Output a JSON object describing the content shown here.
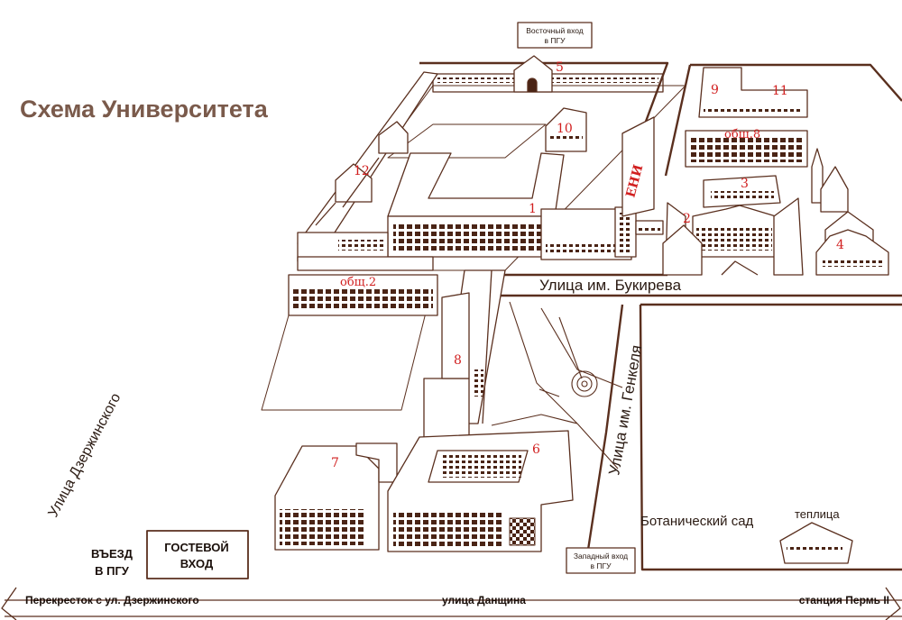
{
  "map": {
    "title": "Схема Университета",
    "colors": {
      "line": "#5a2f1e",
      "fill": "#ffffff",
      "dark": "#4a2415",
      "marker": "#d11f1f",
      "title": "#7a5a4b"
    },
    "buildings": [
      "1",
      "2",
      "3",
      "4",
      "5",
      "6",
      "7",
      "8",
      "9",
      "10",
      "11",
      "12"
    ],
    "dorm_labels": {
      "dorm2": "общ.2",
      "dorm8": "общ.8"
    },
    "eni_label": "ЕНИ",
    "entrances": {
      "east": [
        "Восточный вход",
        "в ПГУ"
      ],
      "west": [
        "Западный вход",
        "в ПГУ"
      ]
    },
    "streets": {
      "bukireva": "Улица им. Букирева",
      "genkelya": "Улица им. Генкеля",
      "dzerzhinskogo": "Улица Дзержинского",
      "dantsina": "улица Данщина"
    },
    "garden": "Ботанический  сад",
    "greenhouse": "теплица",
    "entry_pgu": [
      "ВЪЕЗД",
      "В ПГУ"
    ],
    "guest_entry": [
      "ГОСТЕВОЙ",
      "ВХОД"
    ],
    "bottom": {
      "left": "Перекресток с ул. Дзержинского",
      "right": "станция Пермь II"
    }
  }
}
